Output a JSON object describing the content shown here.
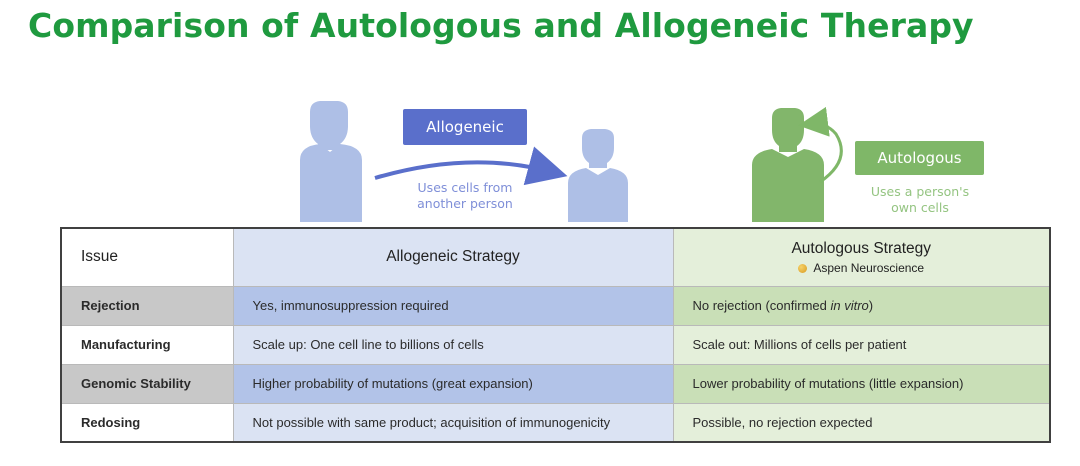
{
  "title": "Comparison of Autologous and Allogeneic Therapy",
  "figure": {
    "allogeneic_label": "Allogeneic",
    "allogeneic_caption_line1": "Uses cells from",
    "allogeneic_caption_line2": "another person",
    "autologous_label": "Autologous",
    "autologous_caption_line1": "Uses a person's",
    "autologous_caption_line2": "own cells"
  },
  "table": {
    "headers": {
      "issue": "Issue",
      "allogeneic": "Allogeneic Strategy",
      "autologous": "Autologous Strategy",
      "autologous_sub": "Aspen Neuroscience"
    },
    "rows": [
      {
        "issue": "Rejection",
        "allogeneic": "Yes, immunosuppression required",
        "autologous_pre": "No rejection (confirmed ",
        "autologous_em": "in vitro",
        "autologous_post": ")"
      },
      {
        "issue": "Manufacturing",
        "allogeneic": "Scale up: One cell line to billions of cells",
        "autologous": "Scale out: Millions of cells per patient"
      },
      {
        "issue": "Genomic Stability",
        "allogeneic": "Higher probability of mutations (great expansion)",
        "autologous": "Lower probability of mutations (little expansion)"
      },
      {
        "issue": "Redosing",
        "allogeneic": "Not possible with same product; acquisition of immunogenicity",
        "autologous": "Possible, no rejection expected"
      }
    ]
  },
  "colors": {
    "title_green": "#1f9a3f",
    "allogeneic_blue": "#5a6fcb",
    "autologous_green": "#7fb768",
    "person_blue": "#aebfe6",
    "person_green": "#82b66b"
  },
  "icons": [
    "person-donor-icon",
    "person-recipient-icon",
    "person-self-icon",
    "transfer-arrow-icon",
    "self-return-arrow-icon",
    "aspen-logo-icon"
  ]
}
